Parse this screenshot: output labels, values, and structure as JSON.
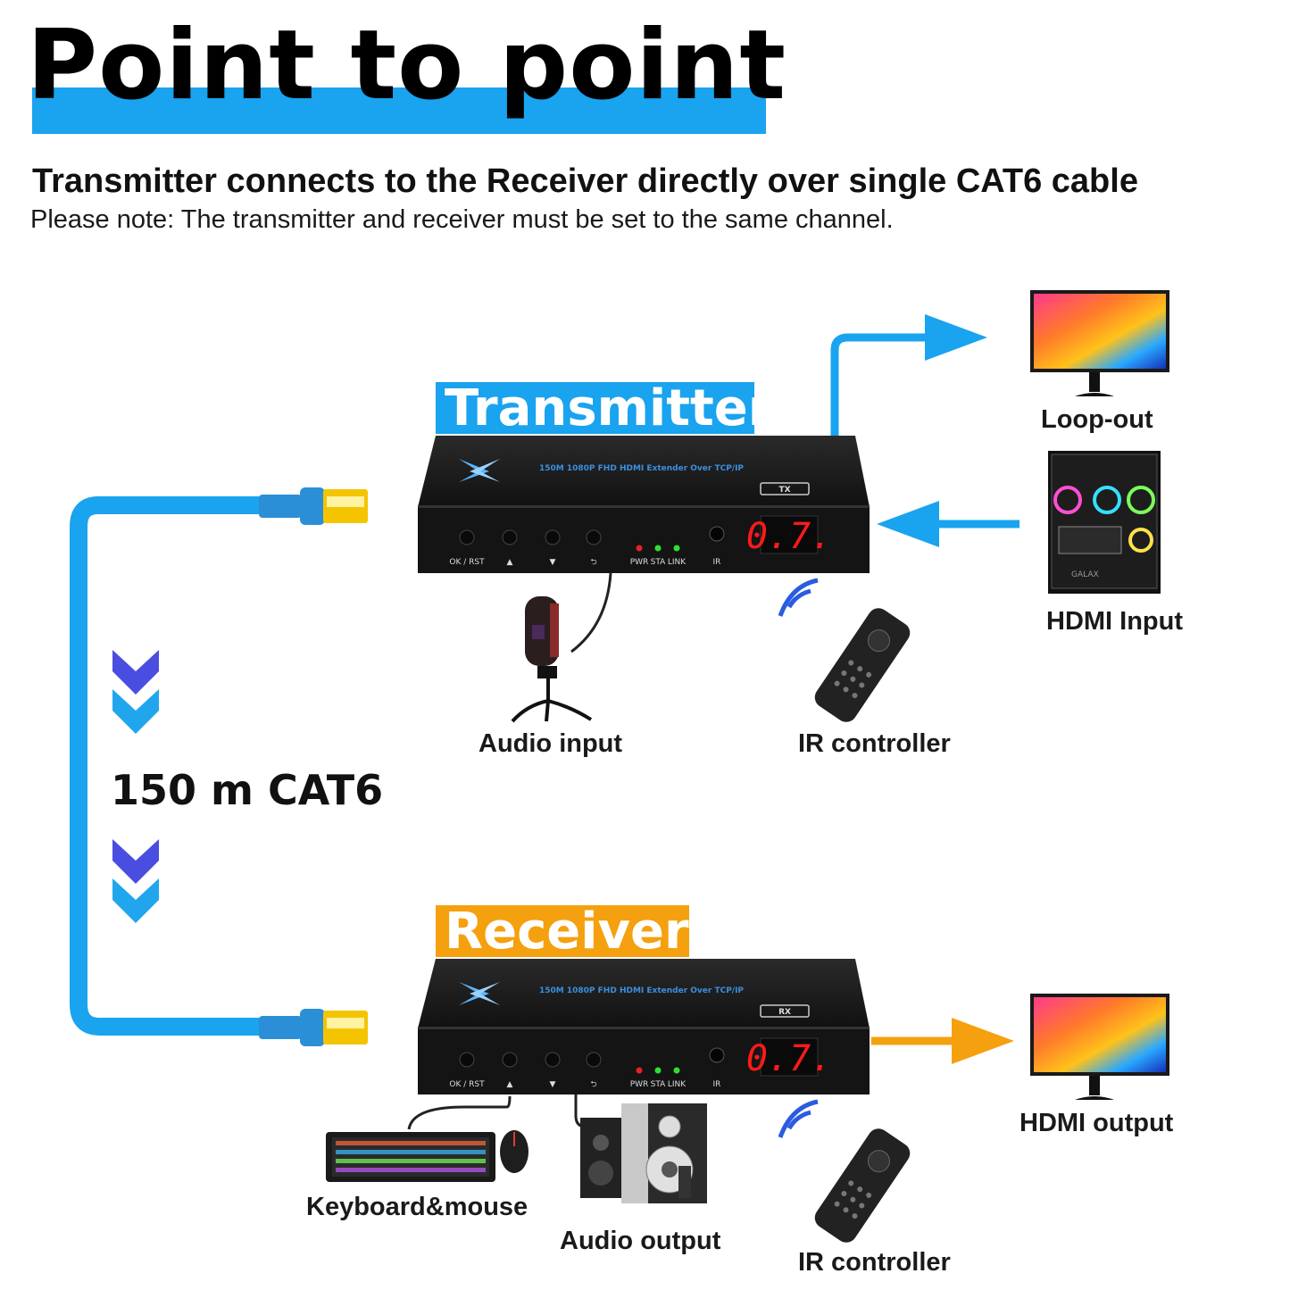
{
  "header": {
    "title": "Point to point",
    "subtitle": "Transmitter connects to the Receiver directly over single CAT6 cable",
    "note": "Please note: The transmitter and receiver must be set to the same channel."
  },
  "tags": {
    "transmitter": "Transmitter",
    "receiver": "Receiver"
  },
  "cable": {
    "label": "150 m CAT6"
  },
  "devices": {
    "model_text": "150M 1080P FHD HDMI Extender Over TCP/IP",
    "tx_badge": "TX",
    "rx_badge": "RX",
    "display": "0.7.",
    "buttons": [
      "OK / RST",
      "▲",
      "▼",
      "⮌"
    ],
    "leds": [
      "PWR",
      "STA",
      "LINK"
    ],
    "ir": "IR"
  },
  "labels": {
    "loop_out": "Loop-out",
    "hdmi_input": "HDMI Input",
    "audio_input": "Audio input",
    "ir_controller_tx": "IR controller",
    "hdmi_output": "HDMI output",
    "keyboard_mouse": "Keyboard&mouse",
    "audio_output": "Audio output",
    "ir_controller_rx": "IR controller"
  },
  "pc_brand": "GALAX",
  "colors": {
    "blue": "#1aa3ee",
    "orange": "#f5a00f",
    "chevron_top": "#4a4ee0",
    "chevron_bottom": "#21a6ee",
    "display_red": "#ff1a1a",
    "led_red": "#e52222",
    "led_green": "#2ee02e"
  }
}
